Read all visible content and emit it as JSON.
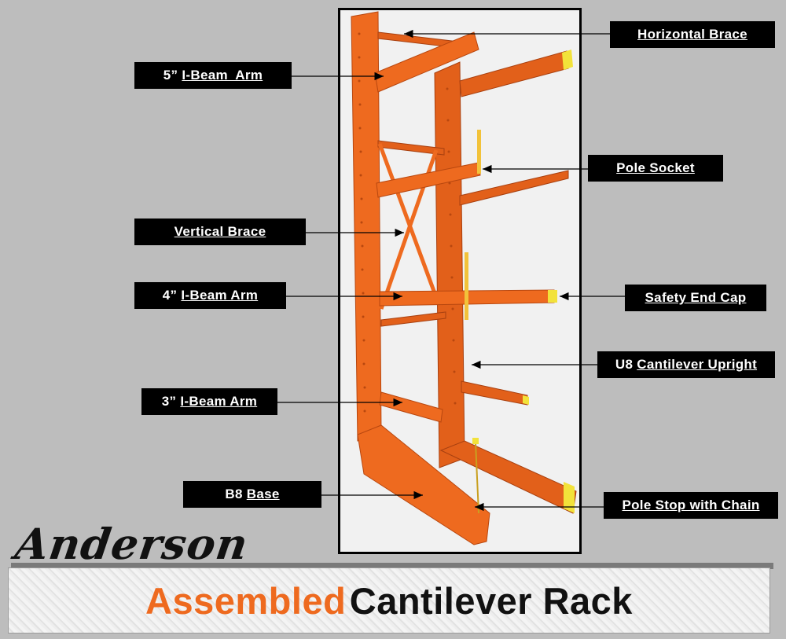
{
  "labels": {
    "horizontal_brace": "Horizontal Brace",
    "i_beam_5": {
      "size": "5”",
      "name": "I-Beam  Arm"
    },
    "pole_socket": "Pole Socket",
    "vertical_brace": "Vertical Brace",
    "i_beam_4": {
      "size": "4”",
      "name": "I-Beam Arm"
    },
    "safety_end_cap": "Safety End Cap",
    "upright": {
      "code": "U8",
      "name": "Cantilever Upright"
    },
    "i_beam_3": {
      "size": "3”",
      "name": "I-Beam Arm"
    },
    "base": {
      "code": "B8",
      "name": "Base"
    },
    "pole_stop": "Pole Stop with Chain"
  },
  "brand": "Anderson",
  "banner": {
    "accent": "Assembled",
    "rest": "Cantilever Rack"
  },
  "colors": {
    "steel": "#ee6a1f",
    "steel_dark": "#b8470f",
    "end_cap": "#f2e23a",
    "label_bg": "#000000"
  }
}
